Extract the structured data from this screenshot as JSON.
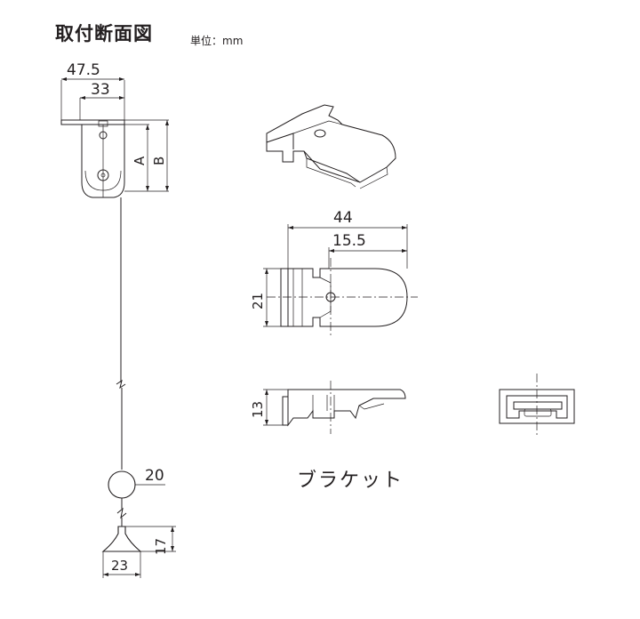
{
  "header": {
    "title": "取付断面図",
    "unit": "単位：mm"
  },
  "caption": "ブラケット",
  "dimensions": {
    "width_outer": "47.5",
    "width_inner": "33",
    "height_a": "A",
    "height_b": "B",
    "ball_diameter": "20",
    "cap_height": "17",
    "cap_width": "23",
    "bracket_length": "44",
    "bracket_offset": "15.5",
    "bracket_width": "21",
    "bracket_height": "13"
  }
}
